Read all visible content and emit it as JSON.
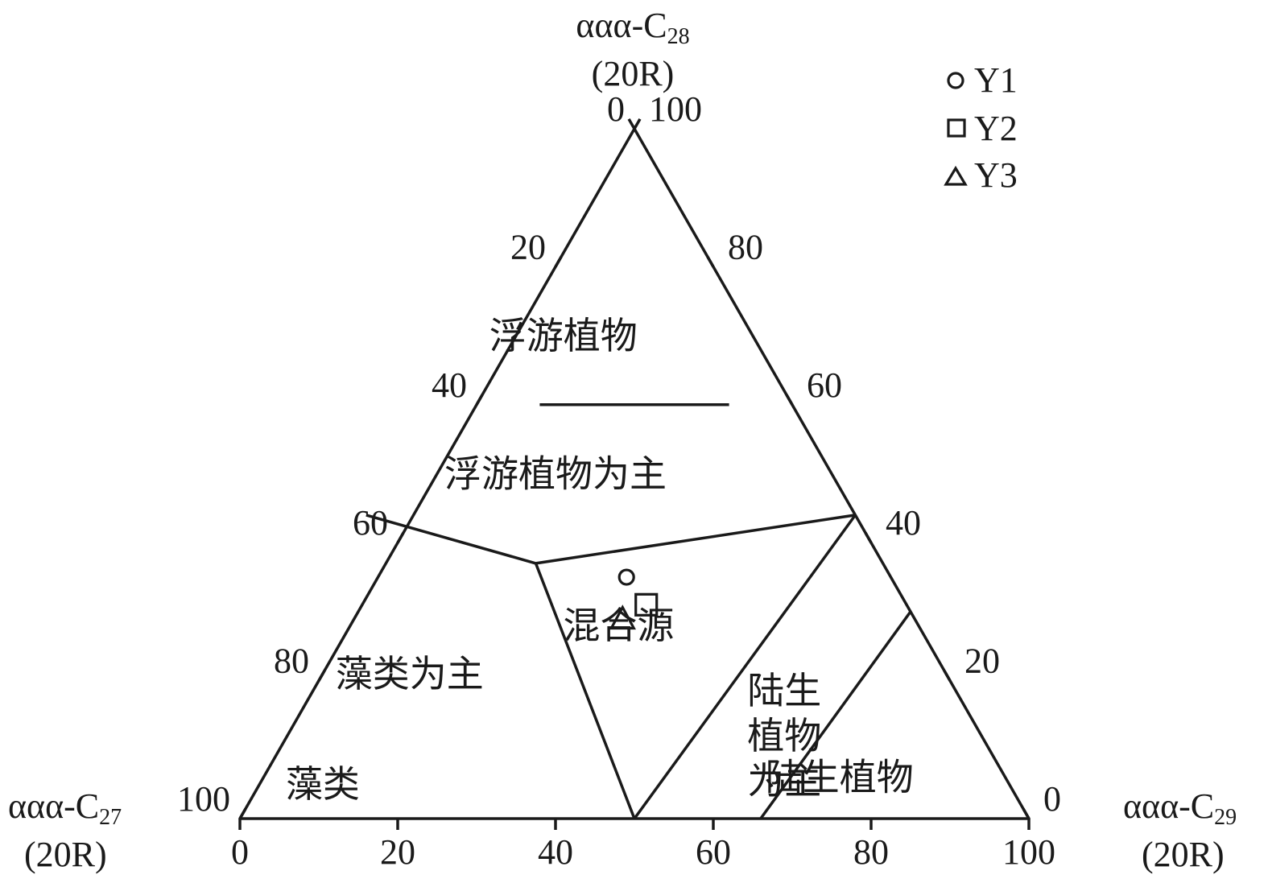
{
  "chart_data": {
    "type": "ternary",
    "axes": {
      "top": {
        "name_main": "ααα-C",
        "name_sub": "28",
        "name_line2": "(20R)"
      },
      "left": {
        "name_main": "ααα-C",
        "name_sub": "27",
        "name_line2": "(20R)"
      },
      "right": {
        "name_main": "ααα-C",
        "name_sub": "29",
        "name_line2": "(20R)"
      }
    },
    "ticks": {
      "bottom": [
        "0",
        "20",
        "40",
        "60",
        "80",
        "100"
      ],
      "left": [
        "100",
        "80",
        "60",
        "40",
        "20",
        "0"
      ],
      "right": [
        "0",
        "20",
        "40",
        "60",
        "80",
        "100"
      ]
    },
    "regions": [
      {
        "label": "浮游植物",
        "c27": 24,
        "c28": 70,
        "c29": 6
      },
      {
        "label": "浮游植物为主",
        "c27": 35,
        "c28": 50,
        "c29": 15
      },
      {
        "label": "藻类为主",
        "c27": 68,
        "c28": 21,
        "c29": 11
      },
      {
        "label": "藻类",
        "c27": 87,
        "c28": 5,
        "c29": 8
      },
      {
        "label": "混合源",
        "c27": 38,
        "c28": 28,
        "c29": 34
      },
      {
        "label_lines": [
          "陆生",
          "植物",
          "为主"
        ],
        "c27": 25,
        "c28": 12,
        "c29": 63
      },
      {
        "label": "陆生植物",
        "c27": 21,
        "c28": 6,
        "c29": 73
      }
    ],
    "boundaries": [
      {
        "points": [
          [
            32,
            60,
            8
          ],
          [
            8,
            60,
            32
          ]
        ]
      },
      {
        "points": [
          [
            62,
            44,
            -6
          ],
          [
            44,
            37,
            19
          ],
          [
            0,
            44,
            56
          ]
        ]
      },
      {
        "points": [
          [
            44,
            37,
            19
          ],
          [
            50,
            0,
            50
          ]
        ]
      },
      {
        "points": [
          [
            0,
            44,
            56
          ],
          [
            50,
            0,
            50
          ]
        ]
      },
      {
        "points": [
          [
            0,
            30,
            70
          ],
          [
            34,
            0,
            66
          ]
        ]
      }
    ],
    "series": [
      {
        "name": "Y1",
        "marker": "circle",
        "c27": 33.5,
        "c28": 35,
        "c29": 31.5
      },
      {
        "name": "Y2",
        "marker": "square",
        "c27": 33,
        "c28": 31,
        "c29": 36
      },
      {
        "name": "Y3",
        "marker": "triangle",
        "c27": 37,
        "c28": 29,
        "c29": 34
      }
    ],
    "legend_position": "top-right",
    "grid": false
  }
}
